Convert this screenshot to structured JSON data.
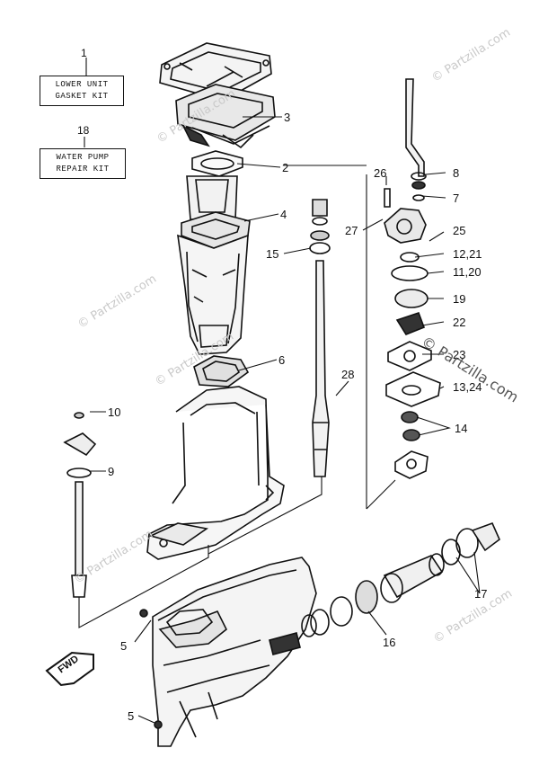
{
  "kits": [
    {
      "number": "1",
      "line1": "LOWER UNIT",
      "line2": "GASKET KIT"
    },
    {
      "number": "18",
      "line1": "WATER PUMP",
      "line2": "REPAIR KIT"
    }
  ],
  "callouts": {
    "c3": "3",
    "c2": "2",
    "c4": "4",
    "c6": "6",
    "c26": "26",
    "c8": "8",
    "c7": "7",
    "c27": "27",
    "c25": "25",
    "c12_21": "12,21",
    "c15": "15",
    "c11_20": "11,20",
    "c19": "19",
    "c22": "22",
    "c23": "23",
    "c28": "28",
    "c13_24": "13,24",
    "c10": "10",
    "c14": "14",
    "c9": "9",
    "c17": "17",
    "c5a": "5",
    "c16": "16",
    "c5b": "5"
  },
  "fwd_label": "FWD",
  "watermark": "© Partzilla.com",
  "watermark_big": "© Partzilla.com"
}
